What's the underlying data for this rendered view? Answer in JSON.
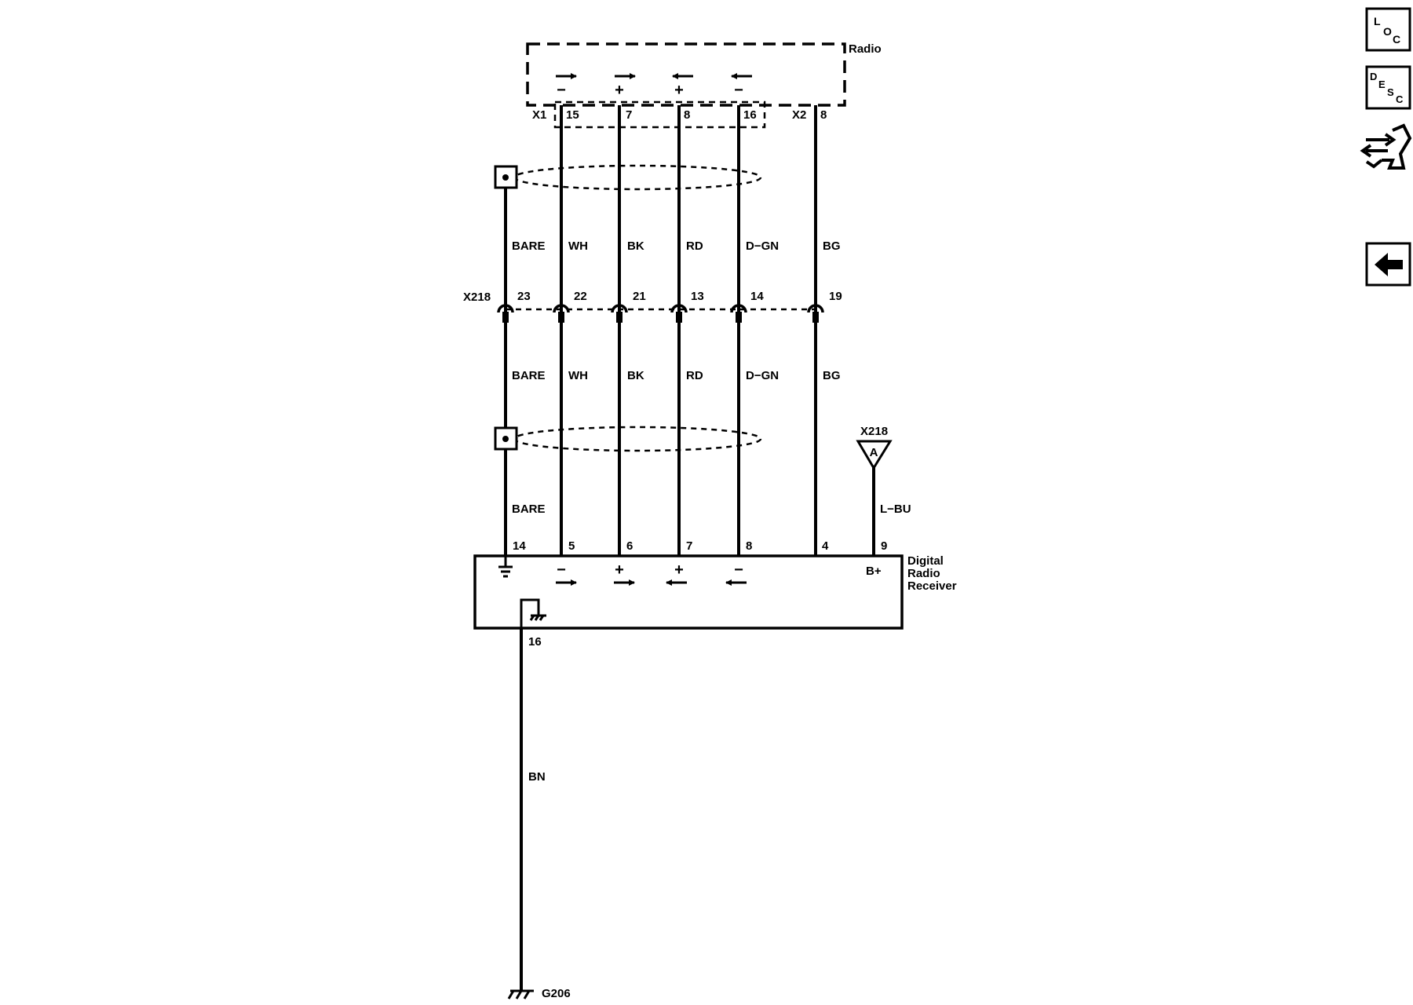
{
  "radio": {
    "label": "Radio",
    "x1_label": "X1",
    "x2_label": "X2",
    "x2_pin": "8",
    "pins": [
      "15",
      "7",
      "8",
      "16"
    ],
    "polarity": [
      "−",
      "+",
      "+",
      "−"
    ]
  },
  "wires_upper": {
    "shield": "BARE",
    "colors": [
      "WH",
      "BK",
      "RD",
      "D−GN",
      "BG"
    ]
  },
  "connector": {
    "label": "X218",
    "pins": [
      "23",
      "22",
      "21",
      "13",
      "14",
      "19"
    ]
  },
  "wires_lower": {
    "shield": "BARE",
    "colors": [
      "WH",
      "BK",
      "RD",
      "D−GN",
      "BG"
    ]
  },
  "shield_bottom_label": "BARE",
  "antenna": {
    "connector": "X218",
    "letter": "A",
    "wire": "L−BU"
  },
  "receiver": {
    "line1": "Digital",
    "line2": "Radio",
    "line3": "Receiver",
    "pins": [
      "14",
      "5",
      "6",
      "7",
      "8",
      "4",
      "9"
    ],
    "polarity": [
      "−",
      "+",
      "+",
      "−"
    ],
    "bplus": "B+",
    "ground_pin": "16"
  },
  "ground": {
    "wire": "BN",
    "label": "G206"
  },
  "side_buttons": {
    "loc": {
      "l1": "L",
      "l2": "O",
      "l3": "C"
    },
    "desc": {
      "l1": "D",
      "l2": "E",
      "l3": "S",
      "l4": "C"
    }
  }
}
